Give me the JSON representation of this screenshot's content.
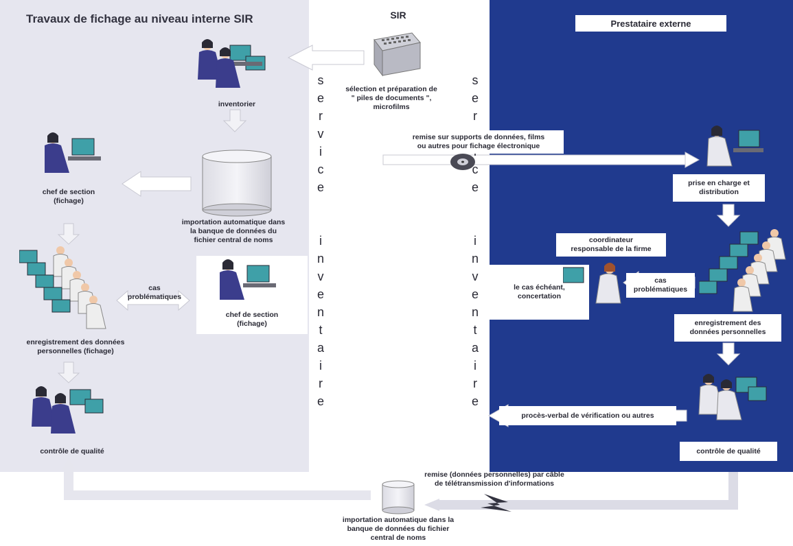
{
  "left_panel": {
    "title": "Travaux de fichage au niveau interne SIR"
  },
  "right_panel": {
    "title": "Prestataire externe"
  },
  "center": {
    "sir_label": "SIR",
    "selection_label": "sélection et préparation de\n\" piles de documents \",\nmicrofilms",
    "vertical_word_1": "service inventaire",
    "vertical_word_2": "service inventaire"
  },
  "left_labels": {
    "inventorier": "inventorier",
    "chef_section_1": "chef de section\n(fichage)",
    "importation_1": "importation automatique dans\nla banque de données du\nfichier central de noms",
    "cas_problematiques_left": "cas\nproblématiques",
    "chef_section_2": "chef de section\n(fichage)",
    "enregistrement_left": "enregistrement des données\npersonnelles (fichage)",
    "controle_left": "contrôle de qualité"
  },
  "right_labels": {
    "remise_supports": "remise sur supports de données, films\nou autres pour fichage électronique",
    "prise_en_charge": "prise en charge et\ndistribution",
    "coordinateur": "coordinateur\nresponsable de la firme",
    "le_cas_echeant": "le cas échéant,\nconcertation",
    "cas_problematiques_right": "cas\nproblématiques",
    "enregistrement_right": "enregistrement des\ndonnées personnelles",
    "proces_verbal": "procès-verbal de vérification ou autres",
    "controle_right": "contrôle de qualité"
  },
  "bottom": {
    "remise_cable": "remise (données personnelles) par câble\nde télétransmission d'informations",
    "importation_2": "importation automatique dans la\nbanque de données du fichier\ncentral de noms"
  },
  "colors": {
    "left_panel_bg": "#e6e6ef",
    "right_panel_bg": "#203a8e",
    "person_suit": "#3b3d8c",
    "monitor": "#3fa0a8"
  }
}
